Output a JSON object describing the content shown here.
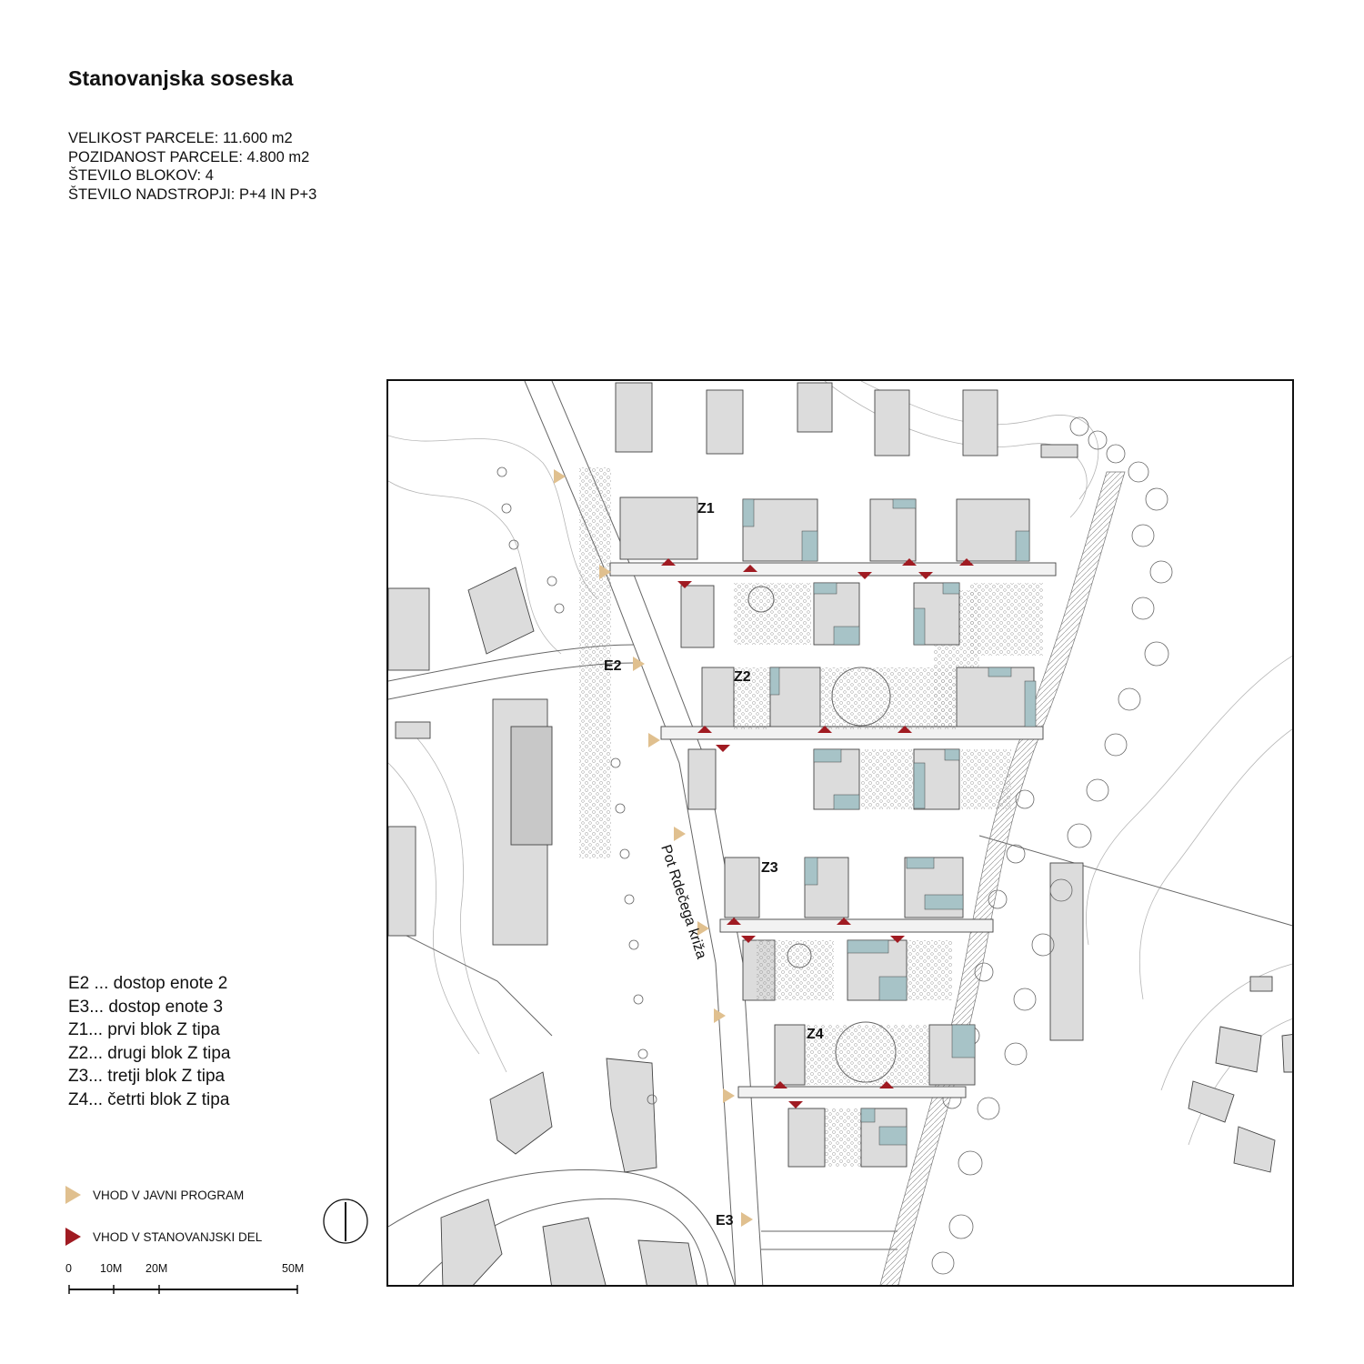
{
  "title": "Stanovanjska soseska",
  "stats": [
    "VELIKOST PARCELE: 11.600 m2",
    "POZIDANOST PARCELE: 4.800 m2",
    "ŠTEVILO BLOKOV: 4",
    "ŠTEVILO NADSTROPJI: P+4 IN P+3"
  ],
  "key": [
    "E2 ... dostop enote 2",
    "E3... dostop enote 3",
    "Z1... prvi blok Z tipa",
    "Z2... drugi blok Z tipa",
    "Z3... tretji blok Z tipa",
    "Z4... četrti blok Z tipa"
  ],
  "entries": {
    "public": {
      "label": "VHOD V JAVNI PROGRAM",
      "color": "#e0c08f"
    },
    "residential": {
      "label": "VHOD V STANOVANJSKI DEL",
      "color": "#a01b22"
    }
  },
  "scale_bar": {
    "labels": [
      "0",
      "10M",
      "20M",
      "50M"
    ]
  },
  "map": {
    "labels": {
      "z1": "Z1",
      "z2": "Z2",
      "z3": "Z3",
      "z4": "Z4",
      "e2": "E2",
      "e3": "E3",
      "street": "Pot Rdečega križa"
    },
    "colors": {
      "building": "#dcdcdc",
      "accent": "#a7c3c7",
      "line": "#555555"
    }
  }
}
